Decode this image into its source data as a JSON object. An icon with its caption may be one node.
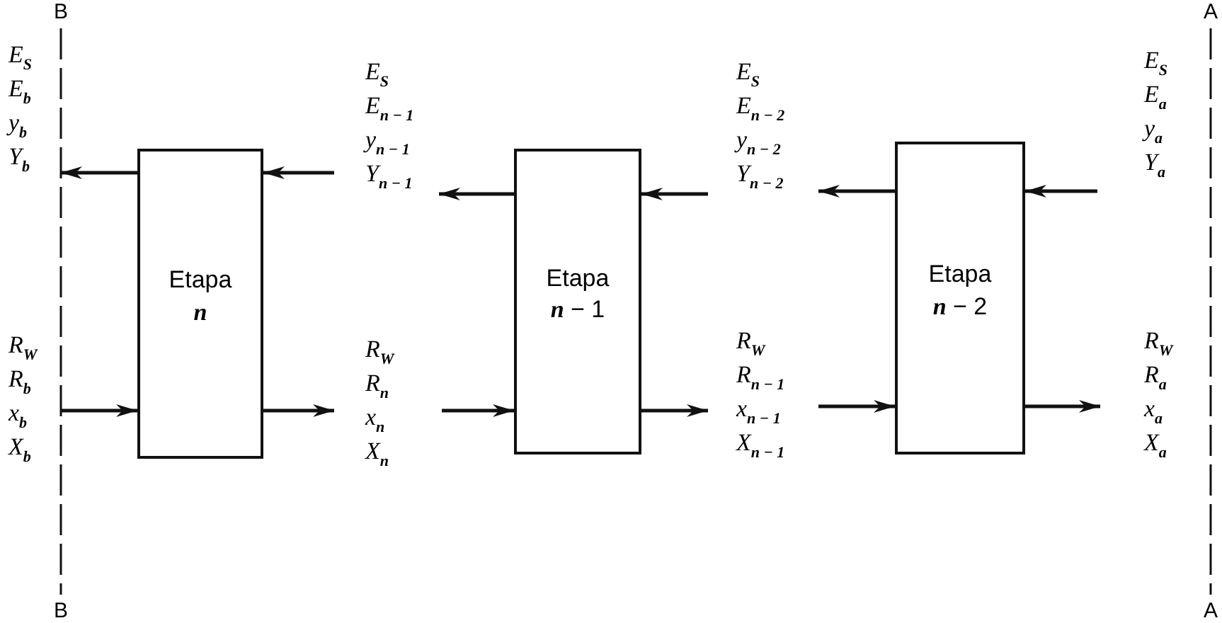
{
  "diagram": {
    "nodes": [
      {
        "text": [
          "B",
          "B"
        ]
      },
      {
        "text": [
          "Etapa *n*"
        ]
      },
      {
        "text": [
          "Etapa *n* − 1"
        ]
      },
      {
        "text": [
          "Etapa *n* − 2"
        ]
      },
      {
        "text": [
          "A",
          "A"
        ]
      }
    ],
    "edges": [
      {
        "from": 1,
        "to": 0,
        "arrow": "to"
      },
      {
        "from": null,
        "to": 1,
        "arrow": "to"
      },
      {
        "from": 2,
        "to": null,
        "arrow": "to"
      },
      {
        "from": null,
        "to": 2,
        "arrow": "to"
      },
      {
        "from": 3,
        "to": null,
        "arrow": "to"
      },
      {
        "from": null,
        "to": 3,
        "arrow": "to"
      },
      {
        "from": 0,
        "to": 1,
        "arrow": "to"
      },
      {
        "from": 1,
        "to": null,
        "arrow": "to"
      },
      {
        "from": null,
        "to": 2,
        "arrow": "to"
      },
      {
        "from": 2,
        "to": null,
        "arrow": "to"
      },
      {
        "from": null,
        "to": 3,
        "arrow": "to"
      },
      {
        "from": 3,
        "to": null,
        "arrow": "to"
      }
    ],
    "labels": [
      "E$_{S}$",
      "E$_{b}$",
      "y$_{b}$",
      "Y$_{b}$",
      "R$_{W}$",
      "R$_{b}$",
      "x$_{b}$",
      "X$_{b}$",
      "E$_{S}$",
      "E$_{n − 1}$",
      "y$_{n − 1}$",
      "Y$_{n − 1}$",
      "R$_{W}$",
      "R$_{n}$",
      "x$_{n}$",
      "X$_{n}$",
      "E$_{S}$",
      "E$_{n − 2}$",
      "y$_{n − 2}$",
      "Y$_{n − 2}$",
      "R$_{W}$",
      "R$_{n − 1}$",
      "x$_{n − 1}$",
      "X$_{n − 1}$",
      "E$_{S}$",
      "E$_{a}$",
      "y$_{a}$",
      "Y$_{a}$",
      "R$_{W}$",
      "R$_{a}$",
      "x$_{a}$",
      "X$_{a}$"
    ]
  }
}
